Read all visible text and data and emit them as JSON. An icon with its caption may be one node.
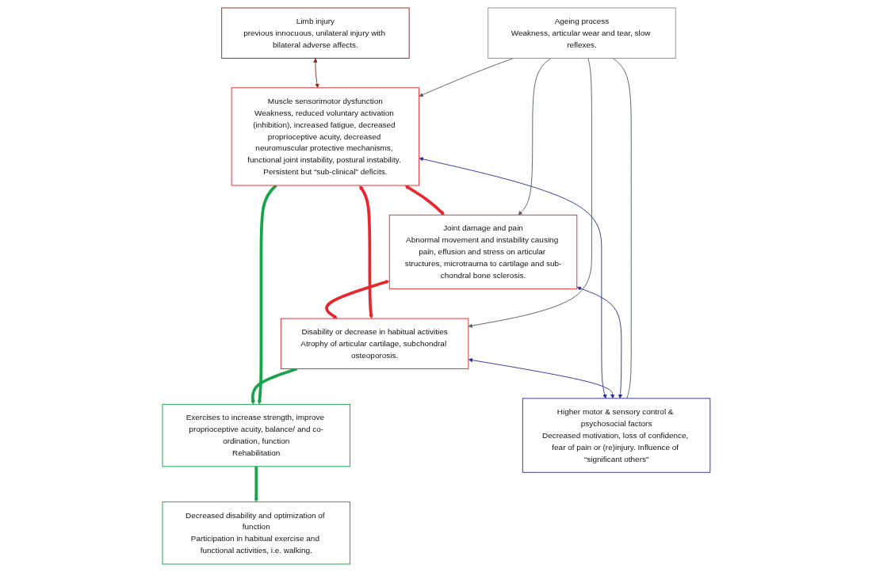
{
  "diagram": {
    "nodes": [
      {
        "text": [
          "Limb injury",
          "previous innocuous, unilateral injury with bilateral adverse affects."
        ]
      },
      {
        "text": [
          "Exercises to increase strength, improve proprioceptive acuity, balance/ and co-ordination, function",
          "Rehabilitation"
        ]
      },
      {
        "text": [
          "Decreased disability and optimization of function",
          "Participation in habitual exercise and functional activities, i.e. walking."
        ]
      },
      {
        "text": [
          "Joint damage and pain",
          "Abnormal movement and instability causing pain, effusion and stress on articular structures, microtrauma to cartilage and sub-chondral bone sclerosis."
        ]
      },
      {
        "text": [
          "Muscle sensorimotor dysfunction",
          "Weakness, reduced voluntary activation (inhibition), increased fatigue, decreased proprioceptive acuity, decreased neuromuscular protective mechanisms, functional joint instability, postural instability. Persistent but “sub-clinical” deficits."
        ]
      },
      {
        "text": [
          "Disability or decrease in habitual activities",
          "Atrophy of articular cartilage, subchondral osteoporosis."
        ]
      },
      {
        "text": [
          "Ageing process",
          "Weakness, articular wear and tear, slow reflexes."
        ]
      },
      {
        "text": [
          "Higher motor & sensory control & psychosocial factors",
          "Decreased motivation, loss of confidence, fear of pain or (re)injury. Influence of “significant others”"
        ]
      }
    ],
    "edges": [
      {
        "from": 0,
        "to": 4,
        "arrow": "both",
        "color": "#8b2a22"
      },
      {
        "from": 4,
        "to": 3,
        "arrow": "both",
        "style": "thick",
        "color": "#e8262d"
      },
      {
        "from": 3,
        "to": 5,
        "arrow": "both",
        "style": "thick",
        "color": "#e8262d"
      },
      {
        "from": 4,
        "to": 5,
        "arrow": "both",
        "style": "thick",
        "color": "#e8262d"
      },
      {
        "from": 5,
        "to": 1,
        "arrow": "to",
        "style": "thick",
        "color": "#17a34a"
      },
      {
        "from": 4,
        "to": 1,
        "arrow": "to",
        "style": "thick",
        "color": "#17a34a"
      },
      {
        "from": 1,
        "to": 2,
        "arrow": "to",
        "style": "thick",
        "color": "#17a34a"
      },
      {
        "from": 4,
        "to": 7,
        "arrow": "both",
        "color": "#2e3192"
      },
      {
        "from": 5,
        "to": 7,
        "arrow": "both",
        "color": "#2e3192"
      },
      {
        "from": 3,
        "to": 7,
        "arrow": "both",
        "color": "#2e3192"
      },
      {
        "from": 6,
        "to": 3,
        "arrow": "to",
        "color": "#555f5f"
      },
      {
        "from": 6,
        "to": 5,
        "arrow": "to",
        "color": "#555f5f"
      },
      {
        "from": 6,
        "to": 4,
        "arrow": "to",
        "color": "#555f5f"
      },
      {
        "from": 6,
        "to": 7,
        "arrow": "none",
        "color": "#555f5f"
      }
    ]
  }
}
